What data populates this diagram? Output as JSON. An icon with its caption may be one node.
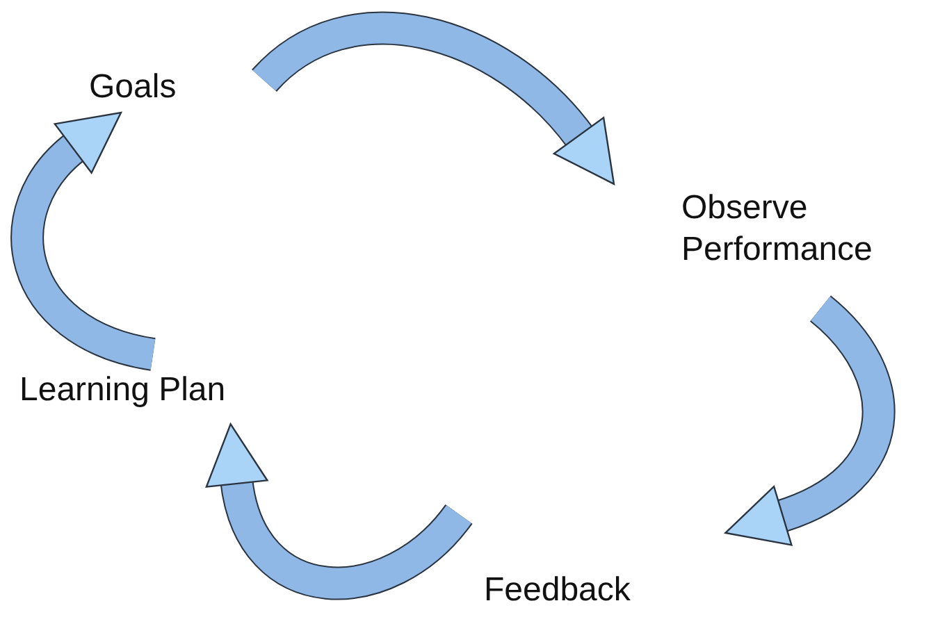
{
  "diagram": {
    "nodes": [
      {
        "text": [
          "Goals"
        ]
      },
      {
        "text": [
          "Observe Performance"
        ]
      },
      {
        "text": [
          "Feedback"
        ]
      },
      {
        "text": [
          "Learning Plan"
        ]
      }
    ],
    "edges": [
      {
        "from": 0,
        "to": 1,
        "arrow": "to"
      },
      {
        "from": 1,
        "to": 2,
        "arrow": "to"
      },
      {
        "from": 2,
        "to": 3,
        "arrow": "to"
      },
      {
        "from": 3,
        "to": 0,
        "arrow": "to"
      }
    ]
  }
}
